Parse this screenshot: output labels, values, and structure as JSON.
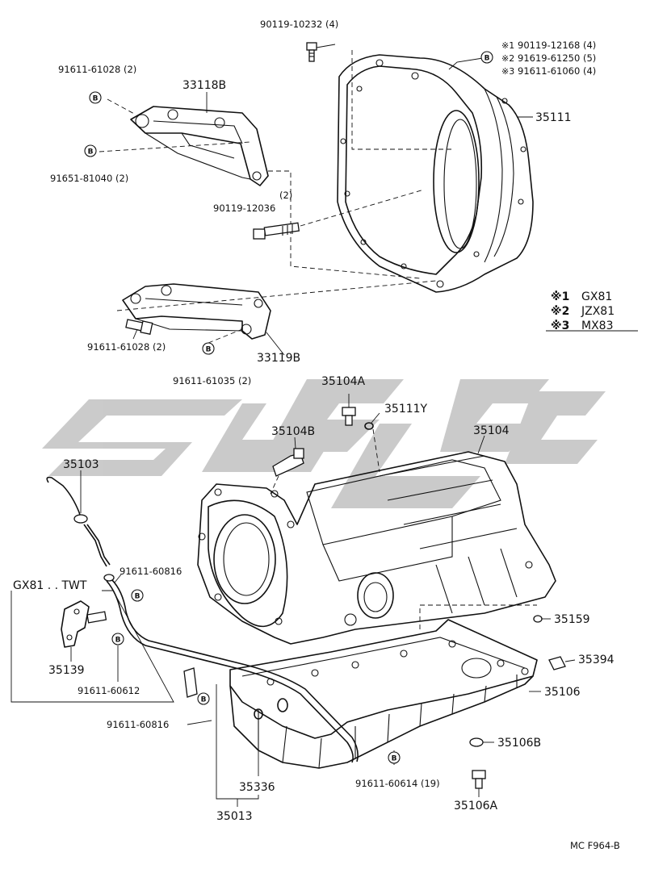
{
  "diagram": {
    "watermark_color": "#c8c8c8",
    "line_color": "#111111",
    "labels": {
      "p_90119_10232": "90119-10232 (4)",
      "p_91611_61028_top": "91611-61028 (2)",
      "p_33118b": "33118B",
      "p_91651_81040": "91651-81040 (2)",
      "p_90119_12036_qty": "(2)",
      "p_90119_12036": "90119-12036",
      "p_35111": "35111",
      "p_star1_bolt": "90119-12168 (4)",
      "p_star2_bolt": "91619-61250 (5)",
      "p_star3_bolt": "91611-61060 (4)",
      "p_91611_61028_bot": "91611-61028 (2)",
      "p_33119b": "33119B",
      "p_91611_61035": "91611-61035 (2)",
      "p_35104a": "35104A",
      "p_35111y": "35111Y",
      "p_35104b": "35104B",
      "p_35104": "35104",
      "p_35103": "35103",
      "p_91611_60816_top": "91611-60816",
      "p_gx81_twt": "GX81 . . TWT",
      "p_35139": "35139",
      "p_91611_60612": "91611-60612",
      "p_91611_60816_bot": "91611-60816",
      "p_35159": "35159",
      "p_35394": "35394",
      "p_35106": "35106",
      "p_35106b": "35106B",
      "p_91611_60614": "91611-60614 (19)",
      "p_35106a": "35106A",
      "p_35336": "35336",
      "p_35013": "35013",
      "figure_code": "MC F964-B",
      "b_marker": "B"
    },
    "legend": [
      {
        "mark": "※1",
        "model": "GX81"
      },
      {
        "mark": "※2",
        "model": "JZX81"
      },
      {
        "mark": "※3",
        "model": "MX83"
      }
    ],
    "star_marks": [
      "※1",
      "※2",
      "※3"
    ]
  }
}
